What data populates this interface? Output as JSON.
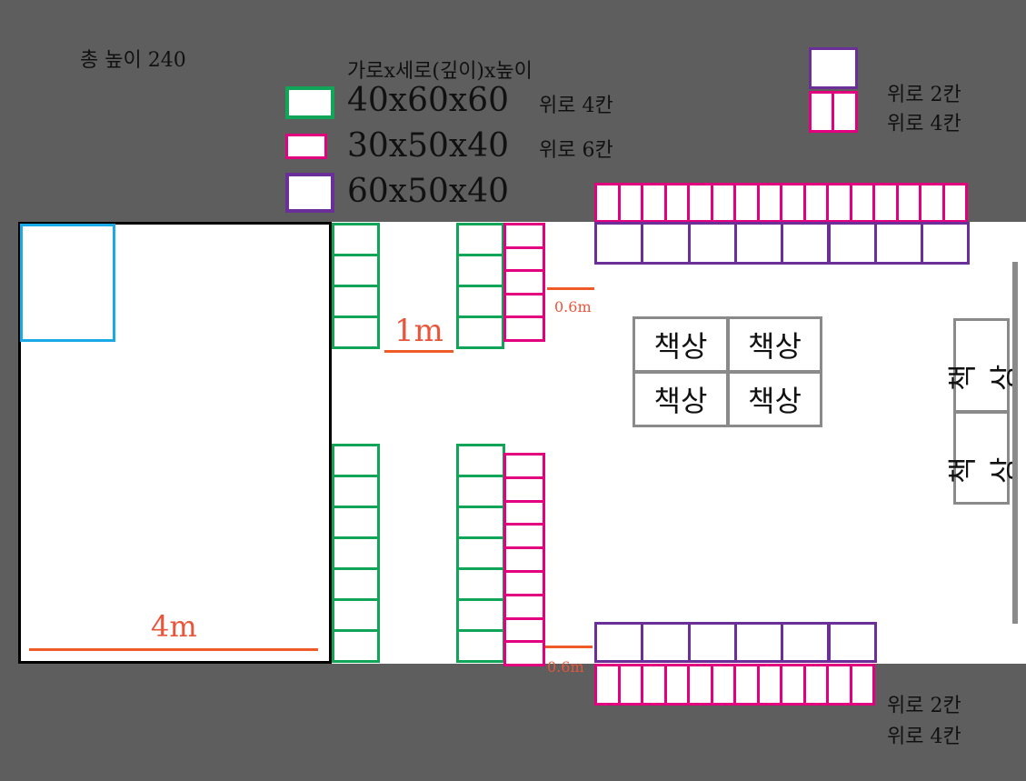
{
  "total_height_label": "총 높이 240",
  "legend": {
    "header": "가로x세로(깊이)x높이",
    "items": [
      {
        "size": "40x60x60",
        "note": "위로 4칸",
        "color": "#11a557"
      },
      {
        "size": "30x50x40",
        "note": "위로 6칸",
        "color": "#e3007f"
      },
      {
        "size": "60x50x40",
        "note": "",
        "color": "#6b2f9a"
      }
    ]
  },
  "top_right_legend": {
    "line1": "위로 2칸",
    "line2": "위로 4칸"
  },
  "bottom_right_legend": {
    "line1": "위로 2칸",
    "line2": "위로 4칸"
  },
  "dimensions": {
    "left_width": "4m",
    "aisle": "1m",
    "gap_top": "0.6m",
    "gap_bottom": "0.6m"
  },
  "desks": {
    "a": "책상",
    "b": "책상",
    "c": "책상",
    "d": "책상",
    "e": "책상",
    "f": "책상"
  },
  "colors": {
    "green": "#11a557",
    "pink": "#e3007f",
    "purple": "#6b2f9a",
    "blue": "#19a9e6",
    "gray": "#8a8a8a",
    "red": "#f05a28",
    "background": "#5e5e5e"
  }
}
